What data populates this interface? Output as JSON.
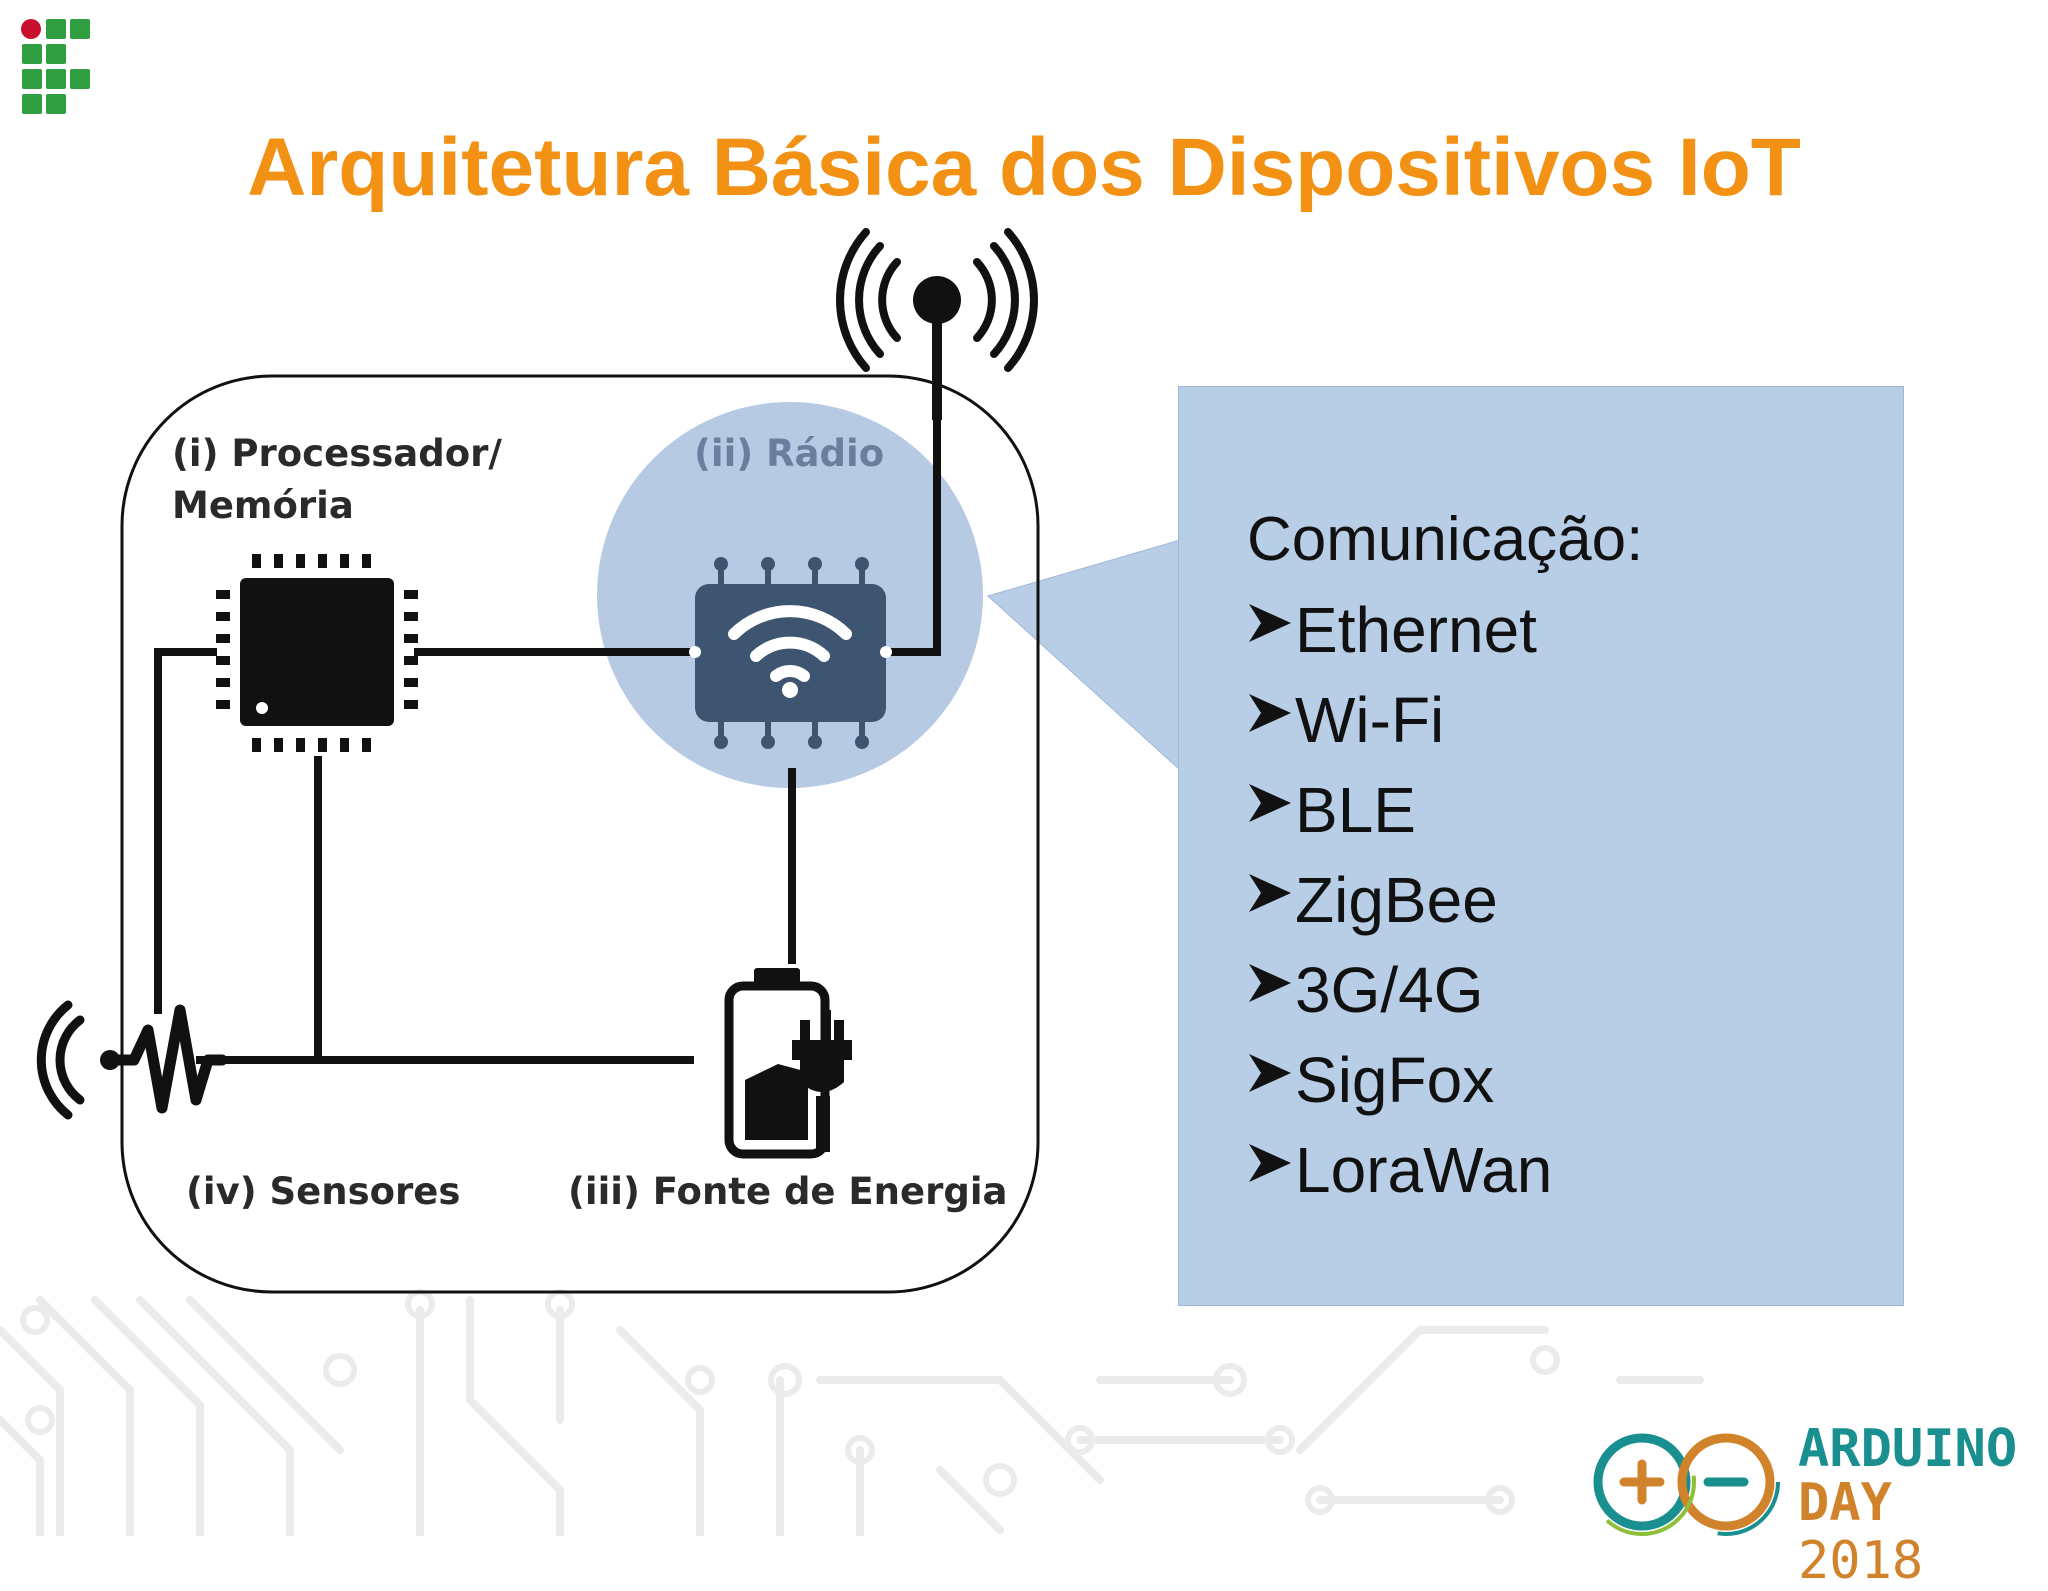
{
  "slide": {
    "title": "Arquitetura Básica dos Dispositivos IoT"
  },
  "diagram": {
    "processor_label_line1": "(i) Processador/",
    "processor_label_line2": "Memória",
    "radio_label": "(ii) Rádio",
    "energy_label": "(iii) Fonte de Energia",
    "sensors_label": "(iv) Sensores"
  },
  "communication": {
    "heading": "Comunicação:",
    "items": [
      "Ethernet",
      "Wi-Fi",
      "BLE",
      "ZigBee",
      "3G/4G",
      "SigFox",
      "LoraWan"
    ]
  },
  "arduino_logo": {
    "line1": "ARDUINO",
    "day": "DAY",
    "year": "2018"
  },
  "colors": {
    "title": "#f29114",
    "callout_fill": "#b8cde6",
    "radio_highlight": "#a9c1df",
    "ifpb_red": "#c8102e",
    "ifpb_green": "#2f9e41",
    "arduino_teal": "#1a8f8f",
    "arduino_orange": "#d0832a"
  },
  "icons": {
    "ifpb": "ifpb-logo-icon",
    "antenna": "antenna-icon",
    "chip": "processor-chip-icon",
    "radio": "wifi-chip-icon",
    "battery": "battery-plug-icon",
    "sensor": "sensor-wave-icon",
    "arrow": "arrowhead-bullet-icon",
    "arduino": "arduino-infinity-icon"
  }
}
